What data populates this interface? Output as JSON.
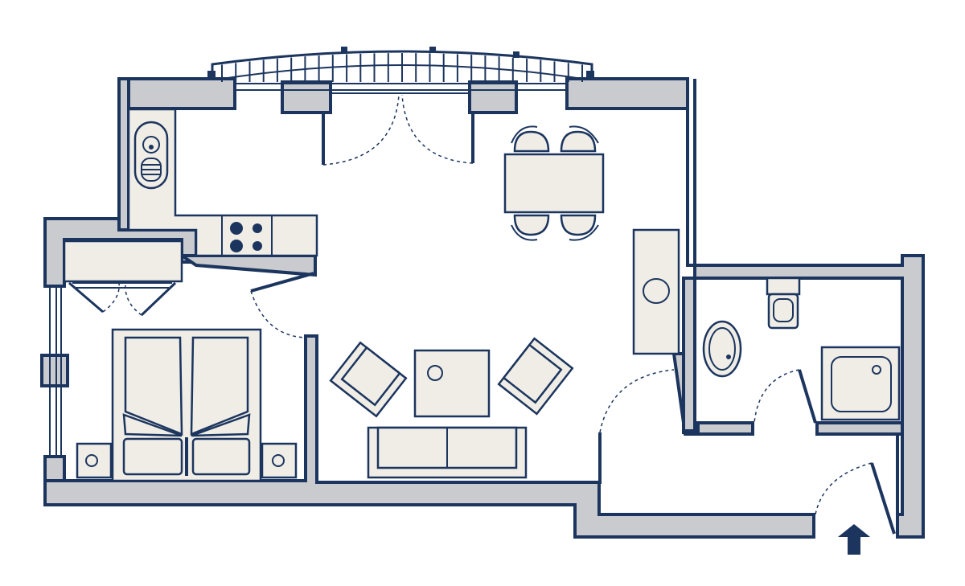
{
  "floorplan": {
    "colors": {
      "line": "#1c355e",
      "wall_fill": "#c9cbce",
      "furniture_fill": "#efede6",
      "background": "#ffffff"
    },
    "rooms": [
      "living-area",
      "kitchen",
      "sleeping-area",
      "dining-area",
      "bathroom",
      "entrance-hall"
    ],
    "icons": [
      "entrance-arrow-icon",
      "sink-icon",
      "cooktop-icon",
      "toilet-icon",
      "washbasin-icon",
      "shower-tray-icon",
      "bed-icon",
      "sofa-icon",
      "armchair-icon",
      "dining-table-icon"
    ]
  }
}
